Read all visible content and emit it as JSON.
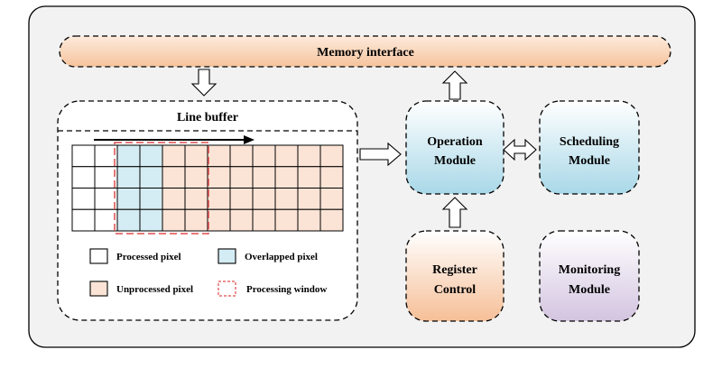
{
  "memory_interface": {
    "label": "Memory interface"
  },
  "line_buffer": {
    "title": "Line buffer",
    "grid": {
      "rows": 4,
      "cols": 12,
      "processed_cols": 2,
      "overlapped_cols": 2
    }
  },
  "legend": {
    "processed": "Processed pixel",
    "overlapped": "Overlapped pixel",
    "unprocessed": "Unprocessed pixel",
    "window": "Processing window"
  },
  "modules": {
    "operation": [
      "Operation",
      "Module"
    ],
    "scheduling": [
      "Scheduling",
      "Module"
    ],
    "register": [
      "Register",
      "Control"
    ],
    "monitoring": [
      "Monitoring",
      "Module"
    ]
  },
  "colors": {
    "outer_bg": "#f2f2f2",
    "memory_fill": "#f6c9a8",
    "operation_fill": "#bfe3ee",
    "scheduling_fill": "#bfe3ee",
    "register_fill": "#f6c9a8",
    "monitoring_fill": "#ddd1e6",
    "processed": "#ffffff",
    "overlapped": "#d4ecf3",
    "unprocessed": "#fbe4d6",
    "window": "#e04b4b"
  }
}
